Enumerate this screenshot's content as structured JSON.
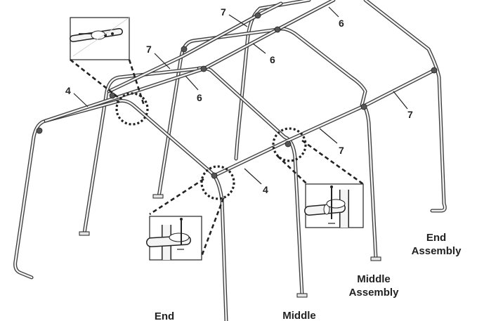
{
  "part_labels": {
    "p7_top_back": "7",
    "p6_top_back": "6",
    "p7_top_mid": "7",
    "p6_top_mid": "6",
    "p4_top_front": "4",
    "p6_top_front": "6",
    "p7_side_right": "7",
    "p7_side_mid": "7",
    "p4_side_front": "4"
  },
  "captions": {
    "end_back_line1": "End",
    "end_back_line2": "Assembly",
    "middle_back_line1": "Middle",
    "middle_back_line2": "Assembly",
    "end_front": "End",
    "middle_front": "Middle"
  },
  "icons": [
    "detail-inset-top",
    "detail-inset-bottom-left",
    "detail-inset-bottom-right"
  ],
  "colors": {
    "line": "#222222",
    "tube_fill": "#f2f2f2",
    "background": "#ffffff"
  }
}
